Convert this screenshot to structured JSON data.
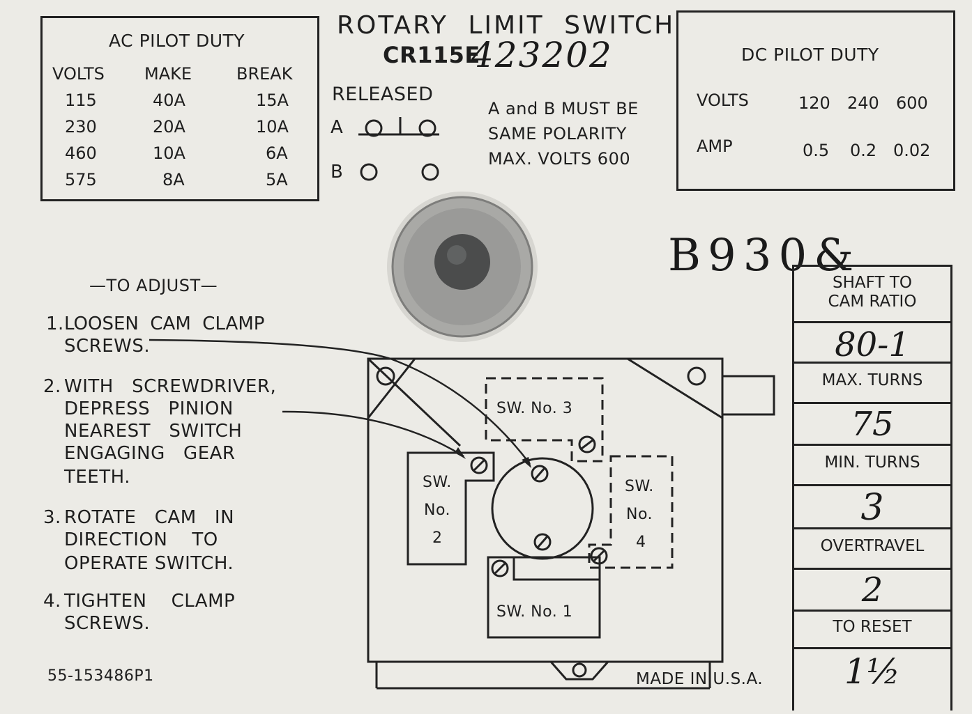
{
  "title": "ROTARY LIMIT SWITCH",
  "model": "CR115E",
  "model_handwritten": "423202",
  "handwritten_code": "B930&",
  "part_number": "55-153486P1",
  "made_in": "MADE IN U.S.A.",
  "ac_pilot_duty": {
    "title": "AC PILOT DUTY",
    "headers": [
      "VOLTS",
      "MAKE",
      "BREAK"
    ],
    "rows": [
      [
        "115",
        "40A",
        "15A"
      ],
      [
        "230",
        "20A",
        "10A"
      ],
      [
        "460",
        "10A",
        "6A"
      ],
      [
        "575",
        "8A",
        "5A"
      ]
    ]
  },
  "dc_pilot_duty": {
    "title": "DC PILOT DUTY",
    "volts_label": "VOLTS",
    "volts": [
      "120",
      "240",
      "600"
    ],
    "amp_label": "AMP",
    "amps": [
      "0.5",
      "0.2",
      "0.02"
    ]
  },
  "released": {
    "label": "RELEASED",
    "a": "A",
    "b": "B"
  },
  "polarity_note": [
    "A and B MUST BE",
    "SAME POLARITY",
    "MAX. VOLTS 600"
  ],
  "adjust": {
    "title": "—TO ADJUST—",
    "steps": [
      {
        "num": "1.",
        "lines": [
          "LOOSEN  CAM  CLAMP",
          "SCREWS."
        ]
      },
      {
        "num": "2.",
        "lines": [
          "WITH   SCREWDRIVER,",
          "DEPRESS   PINION",
          "NEAREST   SWITCH",
          "ENGAGING   GEAR",
          "TEETH."
        ]
      },
      {
        "num": "3.",
        "lines": [
          "ROTATE   CAM   IN",
          "DIRECTION    TO",
          "OPERATE SWITCH."
        ]
      },
      {
        "num": "4.",
        "lines": [
          "TIGHTEN    CLAMP",
          "SCREWS."
        ]
      }
    ]
  },
  "switch_labels": {
    "sw1": "SW. No. 1",
    "sw2": [
      "SW.",
      "No.",
      "2"
    ],
    "sw3": "SW. No. 3",
    "sw4": [
      "SW.",
      "No.",
      "4"
    ]
  },
  "side_table": [
    {
      "label": [
        "SHAFT TO",
        "CAM RATIO"
      ],
      "value": "80-1"
    },
    {
      "label": [
        "MAX. TURNS"
      ],
      "value": "75"
    },
    {
      "label": [
        "MIN. TURNS"
      ],
      "value": "3"
    },
    {
      "label": [
        "OVERTRAVEL"
      ],
      "value": "2"
    },
    {
      "label": [
        "TO RESET"
      ],
      "value": "1½"
    }
  ]
}
